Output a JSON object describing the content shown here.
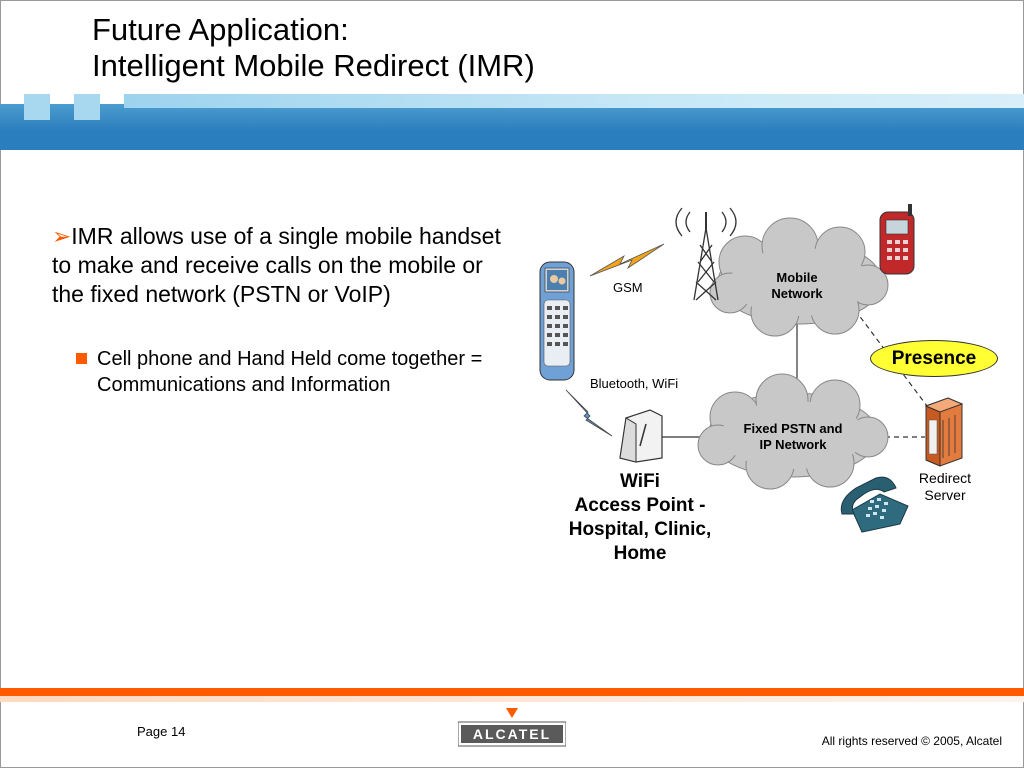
{
  "title": {
    "line1": "Future Application:",
    "line2": "Intelligent Mobile Redirect (IMR)"
  },
  "bullets": {
    "main_marker": "➢",
    "main": "IMR allows use of a single mobile handset to make and receive calls on the mobile or the fixed network (PSTN or VoIP)",
    "sub": "Cell phone and Hand Held come together = Communications and Information"
  },
  "diagram": {
    "mobile_network": {
      "line1": "Mobile",
      "line2": "Network"
    },
    "fixed_network": {
      "line1": "Fixed PSTN and",
      "line2": "IP Network"
    },
    "gsm_label": "GSM",
    "bt_wifi_label": "Bluetooth, WiFi",
    "presence_label": "Presence",
    "wifi_ap": {
      "line1": "WiFi",
      "line2": "Access Point  -",
      "line3": "Hospital, Clinic,",
      "line4": "Home"
    },
    "redirect_server": {
      "line1": "Redirect",
      "line2": "Server"
    }
  },
  "footer": {
    "page": "Page 14",
    "copyright": "All rights reserved © 2005, Alcatel",
    "logo_text": "ALCATEL"
  },
  "colors": {
    "accent_orange": "#ff5a00",
    "band_blue": "#2a7ebd",
    "presence_yellow": "#ffff33"
  }
}
